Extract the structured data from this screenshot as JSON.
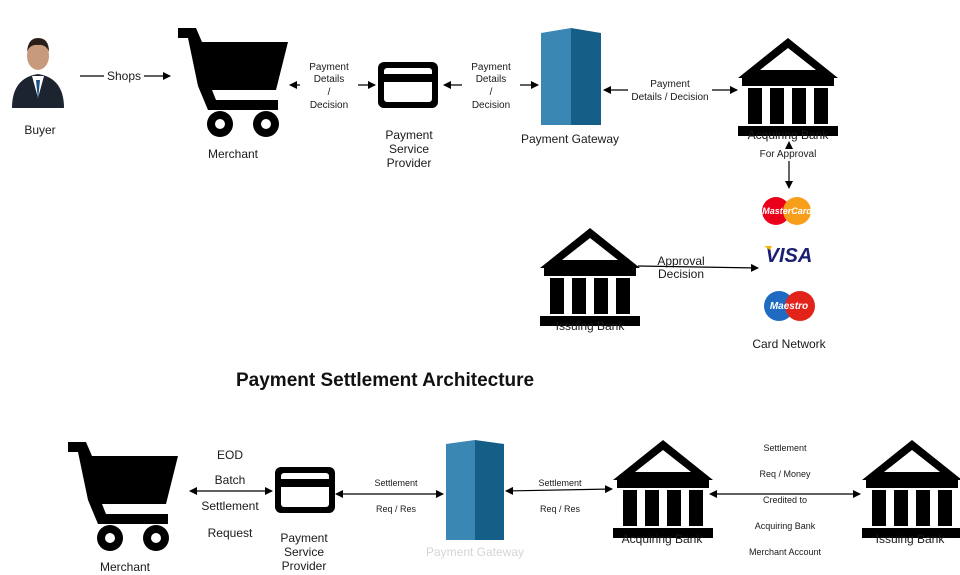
{
  "top_flow": {
    "buyer_label": "Buyer",
    "shops_label": "Shops",
    "merchant_label": "Merchant",
    "merchant_psp_label": [
      "Payment",
      "Details",
      "/",
      "Decision"
    ],
    "psp_label": [
      "Payment",
      "Service",
      "Provider"
    ],
    "psp_gateway_label": [
      "Payment",
      "Details",
      "/",
      "Decision"
    ],
    "gateway_label": "Payment Gateway",
    "gateway_acq_label": [
      "Payment",
      "Details / Decision"
    ],
    "acquiring_bank_label": "Acquiring Bank",
    "for_approval_label": "For Approval",
    "issuing_bank_label": "Issuing Bank",
    "approval_label": [
      "Approval",
      "Decision"
    ],
    "card_network_label": "Card Network",
    "card_brands": [
      "MasterCard",
      "VISA",
      "Maestro"
    ]
  },
  "settlement_title": "Payment Settlement Architecture",
  "bottom_flow": {
    "merchant_label": "Merchant",
    "eod_label": [
      "EOD",
      "Batch",
      "Settlement",
      "Request"
    ],
    "psp_label": [
      "Payment",
      "Service",
      "Provider"
    ],
    "psp_gateway_label": [
      "Settlement",
      "Req / Res"
    ],
    "gateway_label": "Payment Gateway",
    "gateway_acq_label": [
      "Settlement",
      "Req / Res"
    ],
    "acquiring_bank_label": "Acquiring Bank",
    "acq_issuing_label": [
      "Settlement",
      "Req / Money",
      "Credited to",
      "Acquiring Bank",
      "Merchant Account"
    ],
    "issuing_bank_label": "Issuing Bank"
  },
  "colors": {
    "ink": "#000000",
    "gateway_front": "#3a87b4",
    "gateway_side": "#155e87",
    "mastercard_red": "#eb001b",
    "mastercard_orange": "#f79e1b",
    "visa_blue": "#1a1f71",
    "visa_gold": "#f7b600",
    "maestro_blue": "#1f6bc1",
    "maestro_red": "#e2231a"
  }
}
